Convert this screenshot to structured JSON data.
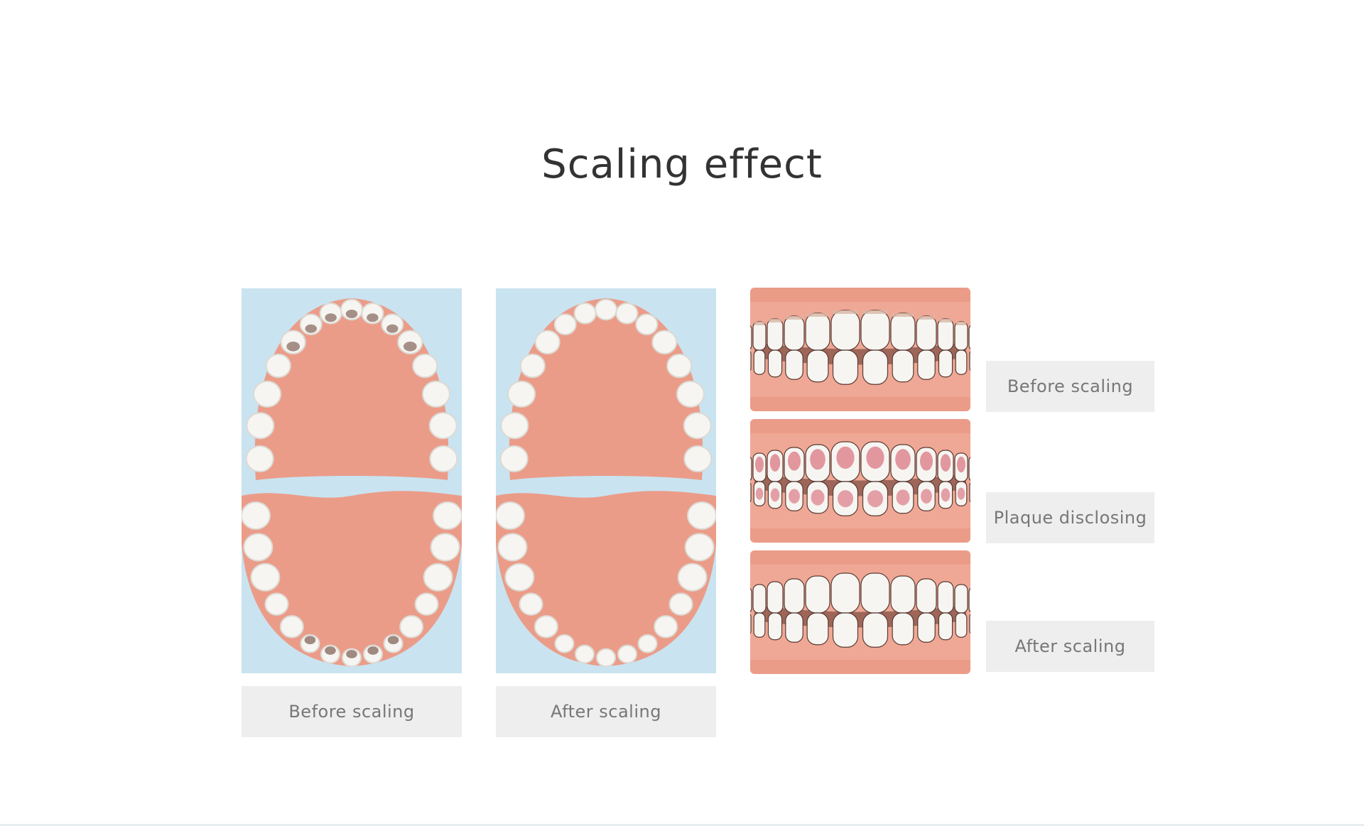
{
  "page": {
    "title": "Scaling effect",
    "arch_captions": {
      "before": "Before scaling",
      "after": "After scaling"
    },
    "smile_captions": {
      "before": "Before scaling",
      "plaque": "Plaque disclosing",
      "after": "After scaling"
    }
  },
  "colors": {
    "arch_background": "#c9e3f0",
    "gum": "#eb9c88",
    "gum_light": "#f3b3a1",
    "tooth": "#f6f5f1",
    "tooth_shade": "#dcdad4",
    "tartar": "#8a6e64",
    "plaque": "#d1495b",
    "caption_background": "#eeeeee",
    "caption_text": "#777777",
    "title_text": "#333333"
  }
}
